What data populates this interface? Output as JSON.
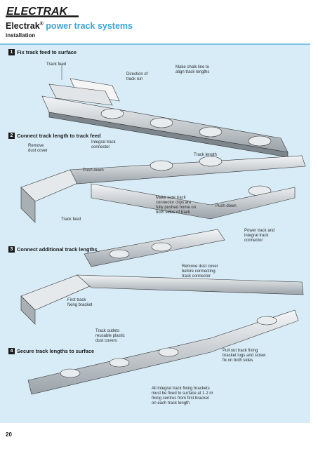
{
  "header": {
    "logo_text": "ELECTRAK",
    "title_brand": "Electrak",
    "title_reg": "®",
    "title_rest": " power track systems",
    "subtitle": "installation"
  },
  "steps": [
    {
      "num": "1",
      "label": "Fix track feed to surface"
    },
    {
      "num": "2",
      "label": "Connect track length to track feed"
    },
    {
      "num": "3",
      "label": "Connect additional track lengths"
    },
    {
      "num": "4",
      "label": "Secure track lengths to surface"
    }
  ],
  "labels": {
    "track_feed_1": "Track feed",
    "direction": "Direction of\ntrack run",
    "chalk_line": "Make chalk line to\nalign track lengths",
    "remove_dust": "Remove\ndust cover",
    "integral_connector": "Integral track\nconnector",
    "push_down_1": "Push down",
    "track_length": "Track length",
    "make_sure": "Make sure track\nconnector clips are\nfully pushed home on\nboth sides of track",
    "push_down_2": "Push down",
    "track_feed_2": "Track feed",
    "power_track": "Power track and\nintegral track\nconnector",
    "remove_dust_before": "Remove dust cover\nbefore connecting\ntrack connector",
    "first_bracket": "First track\nfixing bracket",
    "track_outlets": "Track outlets\nreusable plastic\ndust covers",
    "pull_out": "Pull out track fixing\nbracket lugs and screw\nfix on both sides",
    "all_integral": "All integral track fixing brackets\nmust be fixed to surface at 1·2 m\nfixing centres from first bracket\non each track length"
  },
  "page_number": "20",
  "colors": {
    "accent": "#3aa3d8",
    "panel": "#d7ecf7"
  }
}
